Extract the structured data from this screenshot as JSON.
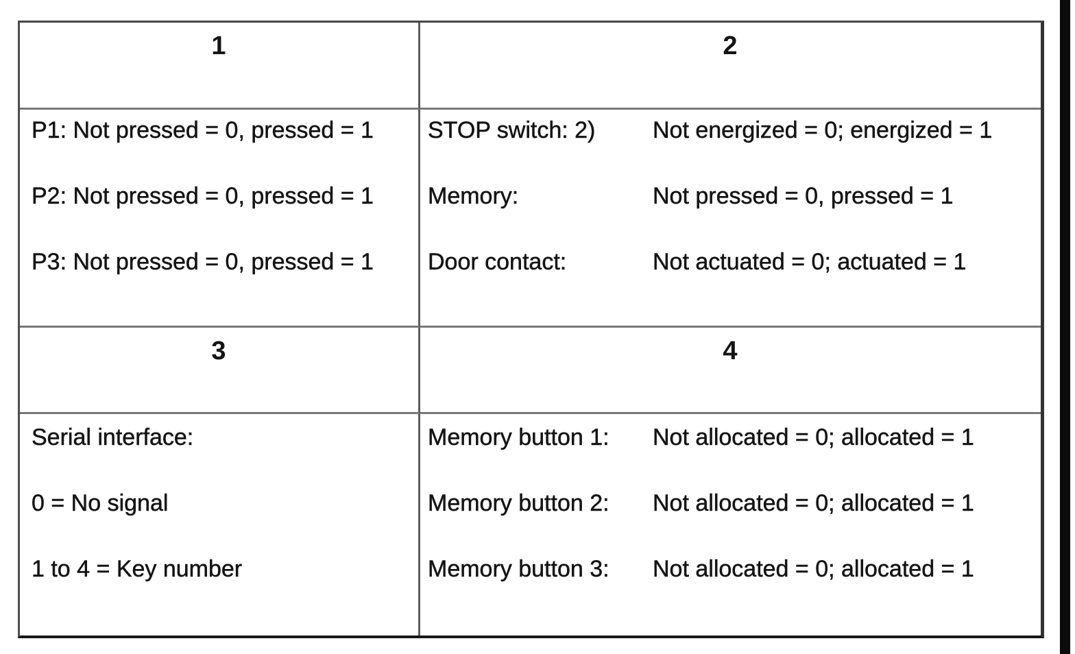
{
  "table": {
    "quadrant1": {
      "number": "1",
      "lines": [
        "P1: Not pressed = 0, pressed = 1",
        "P2: Not pressed = 0, pressed = 1",
        "P3: Not pressed = 0, pressed = 1"
      ]
    },
    "quadrant2": {
      "number": "2",
      "entries": [
        {
          "label": "STOP switch: 2)",
          "value": "Not energized = 0; energized = 1"
        },
        {
          "label": "Memory:",
          "value": "Not pressed = 0, pressed = 1"
        },
        {
          "label": "Door contact:",
          "value": "Not actuated = 0; actuated = 1"
        }
      ]
    },
    "quadrant3": {
      "number": "3",
      "lines": [
        "Serial interface:",
        "0 = No signal",
        "1 to 4 = Key number"
      ]
    },
    "quadrant4": {
      "number": "4",
      "entries": [
        {
          "label": "Memory button 1:",
          "value": "Not allocated = 0; allocated = 1"
        },
        {
          "label": "Memory button 2:",
          "value": "Not allocated = 0; allocated = 1"
        },
        {
          "label": "Memory button 3:",
          "value": "Not allocated = 0; allocated = 1"
        }
      ]
    }
  },
  "colors": {
    "background": "#ffffff",
    "text": "#141414",
    "table_border": "#474747",
    "grid_line": "#787878",
    "page_edge_bar": "#0b0b0b"
  }
}
